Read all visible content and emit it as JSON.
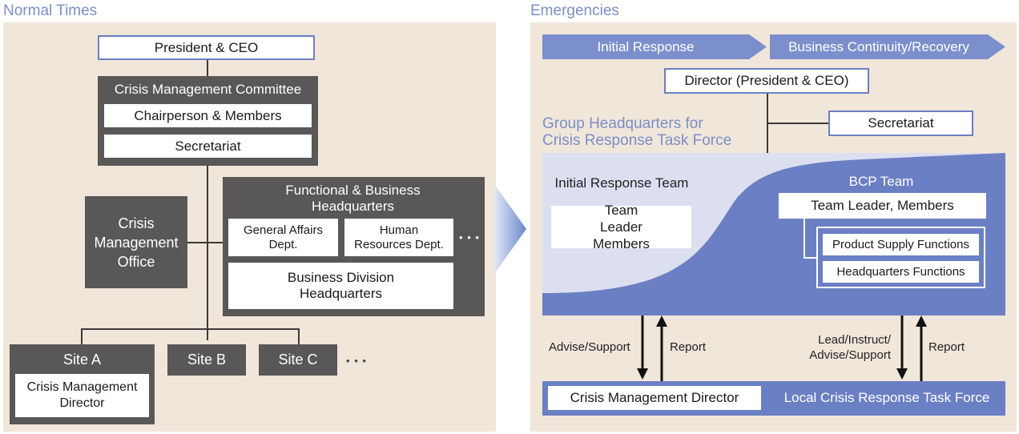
{
  "normal": {
    "title": "Normal Times",
    "president": "President & CEO",
    "committee": {
      "title": "Crisis Management Committee",
      "chair": "Chairperson & Members",
      "secretariat": "Secretariat"
    },
    "office": "Crisis Management Office",
    "functional": {
      "title": "Functional & Business Headquarters",
      "general_affairs": "General Affairs Dept.",
      "human_resources": "Human Resources Dept.",
      "business_division": "Business Division Headquarters",
      "ellipsis": "• • •"
    },
    "sites": {
      "a": "Site A",
      "a_director": "Crisis Management Director",
      "b": "Site B",
      "c": "Site C",
      "ellipsis": "• • •"
    }
  },
  "emergency": {
    "title": "Emergencies",
    "phase_initial": "Initial Response",
    "phase_bcp": "Business Continuity/Recovery",
    "director": "Director (President & CEO)",
    "secretariat": "Secretariat",
    "group_hq_line1": "Group Headquarters for",
    "group_hq_line2": "Crisis Response Task Force",
    "initial_team": {
      "title": "Initial Response Team",
      "members": "Team Leader Members"
    },
    "bcp_team": {
      "title": "BCP Team",
      "leader": "Team Leader, Members",
      "product_supply": "Product Supply Functions",
      "hq_functions": "Headquarters Functions"
    },
    "flows": {
      "advise_support": "Advise/Support",
      "report_left": "Report",
      "lead_instruct": "Lead/Instruct/ Advise/Support",
      "report_right": "Report"
    },
    "local": {
      "director": "Crisis Management Director",
      "task_force": "Local Crisis Response Task Force"
    }
  },
  "colors": {
    "panel_bg": "#f1e6da",
    "dark_box": "#595757",
    "accent_blue": "#6b7fc4",
    "light_blue": "#dcdff0",
    "title_blue": "#7a8fc6"
  }
}
